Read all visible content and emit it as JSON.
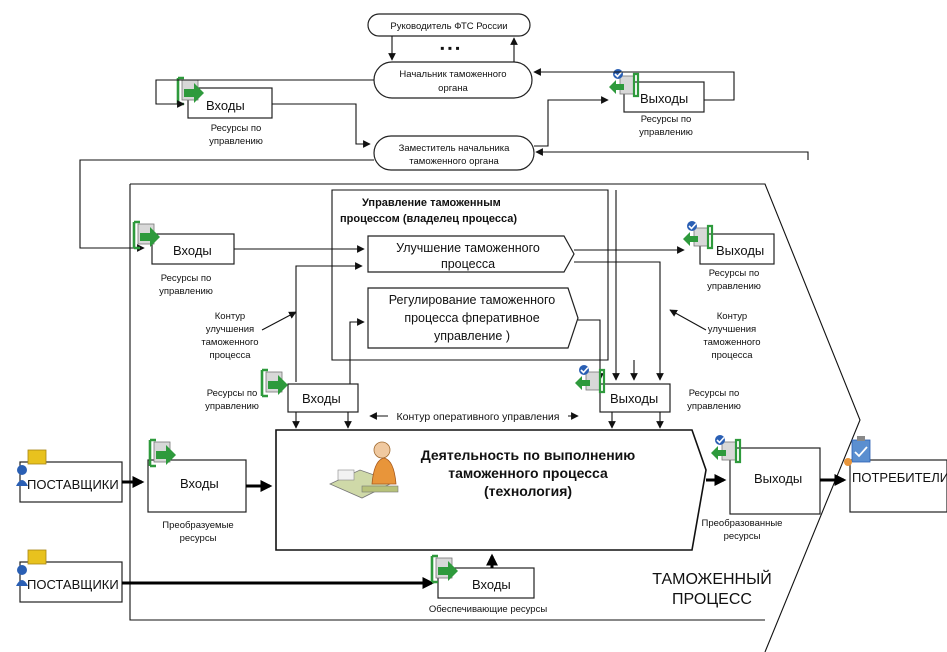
{
  "nodes": {
    "head_fts": "Руководитель ФТС России",
    "dots": "▪ ▪ ▪",
    "chief": [
      "Начальник таможенного",
      "органа"
    ],
    "deputy": [
      "Заместитель начальника",
      "таможенного органа"
    ],
    "mgmt_title": [
      "Управление таможенным",
      "процессом (владелец процесса)"
    ],
    "improve": [
      "Улучшение таможенного",
      "процесса"
    ],
    "regulate": [
      "Регулирование таможенного",
      "процесса  ф",
      "ператив",
      "ное",
      "управление )"
    ],
    "activity": [
      "Деятельность по выполнению",
      "таможенного процесса",
      "(технология)"
    ],
    "suppliers": "ПОСТАВЩИКИ",
    "consumers": "ПОТРЕБИТЕЛИ",
    "inputs": "Входы",
    "outputs": "Выходы",
    "process": [
      "ТАМОЖЕННЫЙ",
      "ПРОЦЕСС"
    ]
  },
  "labels": {
    "res_mgmt": [
      "Ресурсы по",
      "управлению"
    ],
    "contour_improve": [
      "Контур",
      "улучшения",
      "таможенного",
      "процесса"
    ],
    "contour_oper": "Контур оперативного управления",
    "transformable": [
      "Преобразуемые",
      "ресурсы"
    ],
    "transformed": [
      "Преобразованные",
      "ресурсы"
    ],
    "supporting": "Обеспечивающие ресурсы"
  },
  "colors": {
    "arrow_green": "#2e9a3c",
    "check_blue": "#2a5fb4",
    "doc_gray": "#d8d8d8",
    "folder_yellow": "#e8c21e",
    "person_orange": "#e8953a"
  },
  "icons": [
    "green-bracket-arrow-icon",
    "blue-check-doc-icon",
    "supplier-person-icon",
    "consumer-clipboard-icon",
    "worker-at-desk-icon"
  ]
}
